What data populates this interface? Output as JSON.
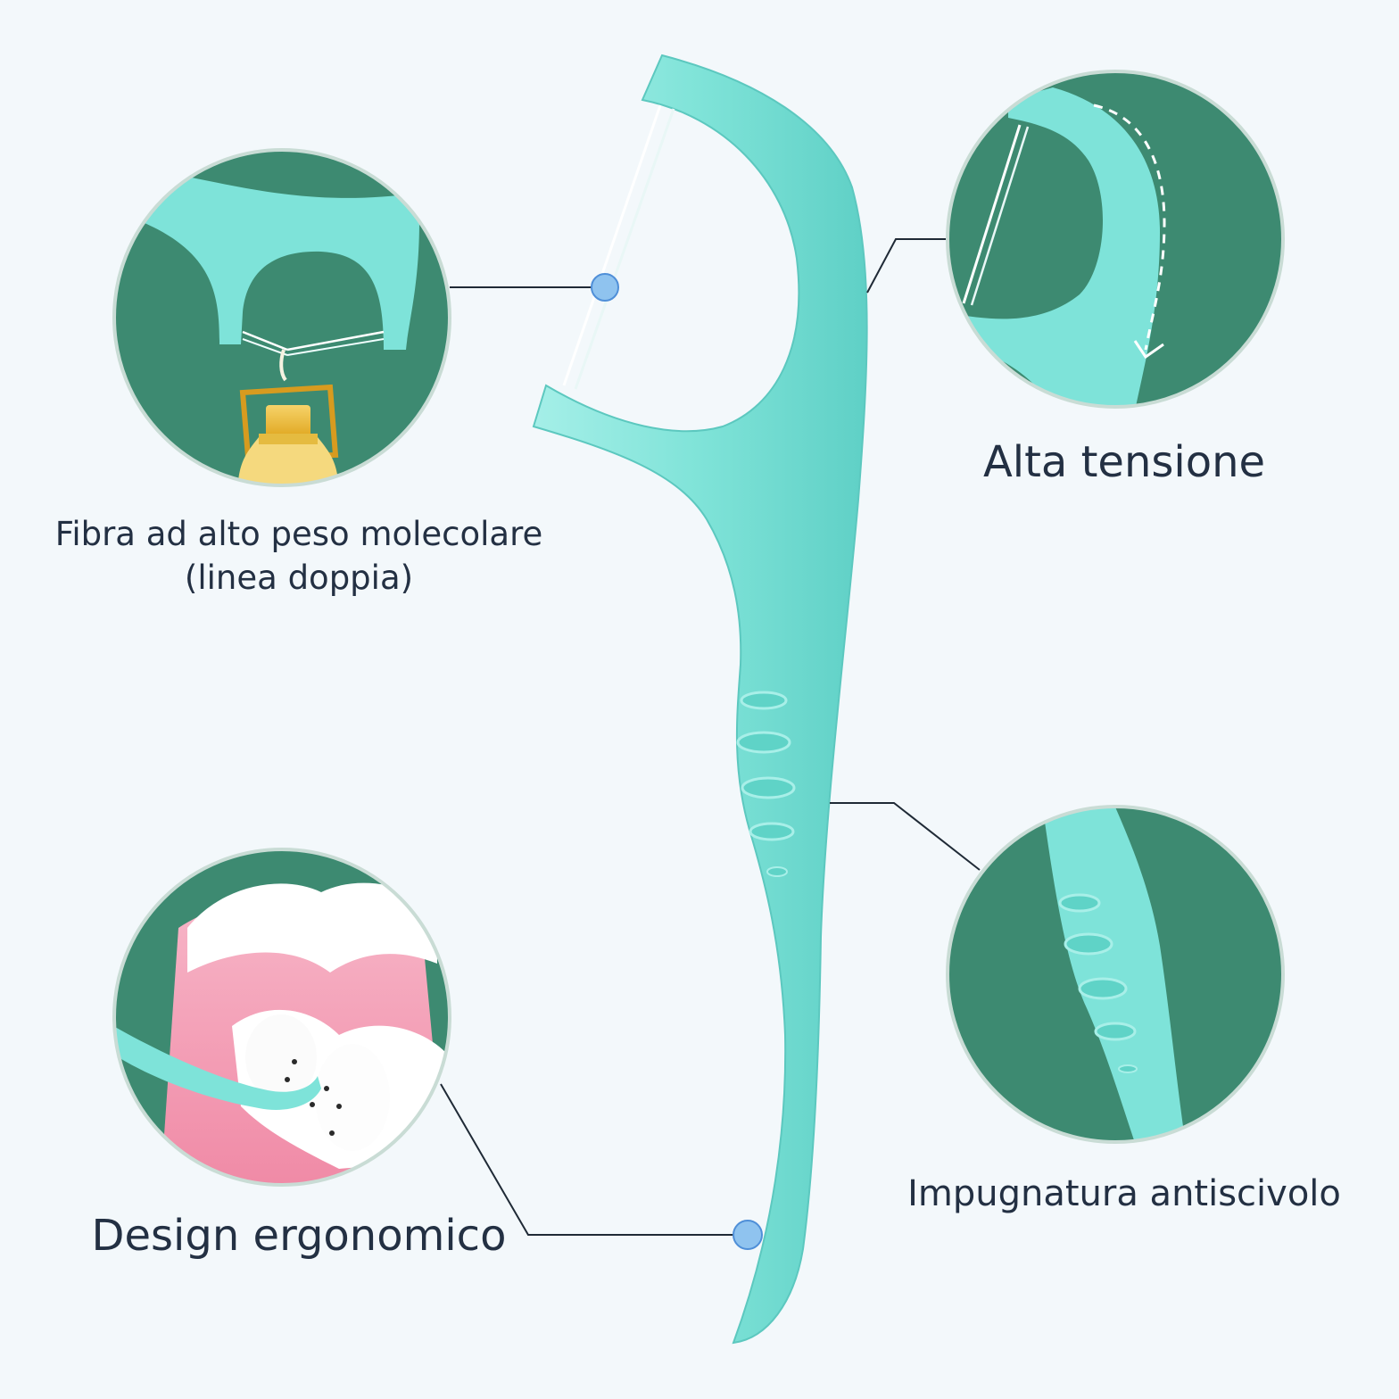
{
  "features": {
    "fiber": {
      "line1": "Fibra ad alto peso molecolare",
      "line2": "(linea doppia)"
    },
    "tension": {
      "label": "Alta tensione"
    },
    "ergonomic": {
      "label": "Design ergonomico"
    },
    "grip": {
      "label": "Impugnatura antiscivolo"
    }
  },
  "colors": {
    "background": "#f3f8fb",
    "circle_fill": "#3d8a71",
    "floss_pick": "#7ee3d9",
    "marker": "#8fc3ef",
    "text": "#233043",
    "gum": "#f4a9bd"
  },
  "icons": [
    "floss-pick-illustration",
    "bottle-illustration",
    "teeth-illustration",
    "tension-arrow-icon"
  ]
}
